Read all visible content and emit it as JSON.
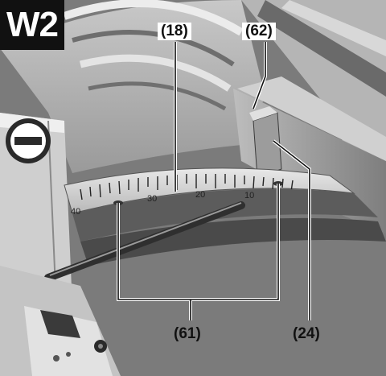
{
  "figure": {
    "badge": "W2",
    "callouts": {
      "c18": "(18)",
      "c62": "(62)",
      "c61": "(61)",
      "c24": "(24)"
    },
    "scale_labels": {
      "l40": "40",
      "l30": "30",
      "l20": "20",
      "l10": "10"
    }
  }
}
